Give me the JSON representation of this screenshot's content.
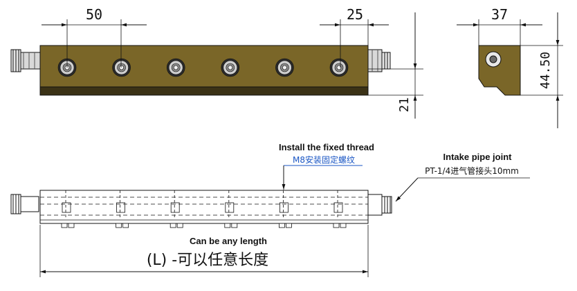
{
  "top_view": {
    "dim_spacing": "50",
    "dim_end_offset": "25",
    "dim_height": "21",
    "nozzle_count": 6
  },
  "side_view": {
    "dim_width": "37",
    "dim_height": "44.50"
  },
  "bottom_view": {
    "thread_label_en": "Install the fixed thread",
    "thread_label_cn": "M8安装固定螺纹",
    "intake_label_en": "Intake pipe joint",
    "intake_label_cn": "PT-1/4进气管接头10mm",
    "length_label_en": "Can be any length",
    "length_label_cn": "(L) -可以任意长度"
  },
  "colors": {
    "body_fill": "#7a6628",
    "body_bottom": "#3b3216",
    "accent_blue": "#1a56c4",
    "line": "#111111"
  }
}
